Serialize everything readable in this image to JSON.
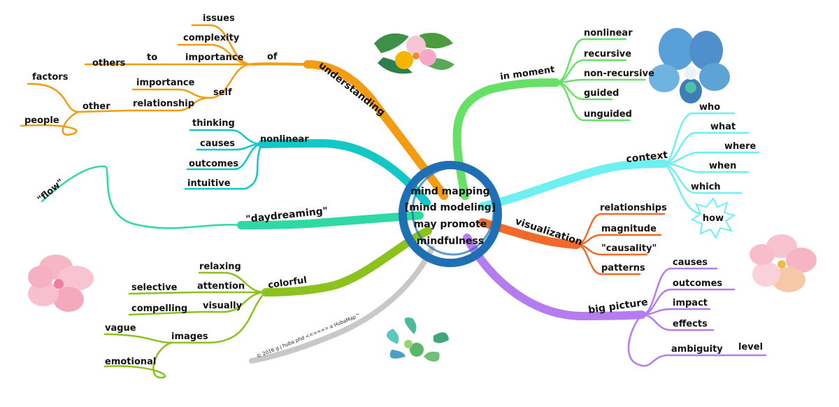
{
  "center": {
    "lines": [
      "mind mapping",
      "[mind modeling]",
      "may promote",
      "mindfulness"
    ]
  },
  "colors": {
    "orange": "#f39c12",
    "green": "#66e066",
    "teal": "#14c7c7",
    "mint": "#2ed9a3",
    "olive": "#8cc21e",
    "cyan": "#6ef0f0",
    "redorange": "#f26a2a",
    "purple": "#b57cf0",
    "gray": "#c8c8c8",
    "ring": "#1f6fb5"
  },
  "branches": {
    "understanding": {
      "label": "understanding",
      "of": "of",
      "issues": "issues",
      "complexity": "complexity",
      "importance": "importance",
      "to": "to",
      "others": "others",
      "self": "self",
      "self_importance": "importance",
      "relationship": "relationship",
      "other": "other",
      "factors": "factors",
      "people": "people"
    },
    "nonlinear": {
      "label": "nonlinear",
      "children": [
        "thinking",
        "causes",
        "outcomes",
        "intuitive"
      ]
    },
    "daydreaming": {
      "label": "\"daydreaming\"",
      "flow": "\"flow\""
    },
    "colorful": {
      "label": "colorful",
      "relaxing": "relaxing",
      "attention": "attention",
      "selective": "selective",
      "visually": "visually",
      "compelling": "compelling",
      "images": "images",
      "vague": "vague",
      "emotional": "emotional"
    },
    "in_moment": {
      "label": "in moment",
      "children": [
        "nonlinear",
        "recursive",
        "non-recursive",
        "guided",
        "unguided"
      ]
    },
    "context": {
      "label": "context",
      "children": [
        "who",
        "what",
        "where",
        "when",
        "which",
        "how"
      ]
    },
    "visualization": {
      "label": "visualization",
      "children": [
        "relationships",
        "magnitude",
        "\"causality\"",
        "patterns"
      ]
    },
    "big_picture": {
      "label": "big picture",
      "children": [
        "causes",
        "outcomes",
        "impact",
        "effects"
      ],
      "ambiguity": "ambiguity",
      "level": "level"
    }
  },
  "copyright": "© 2016 g j huba phd <<===> a HubaMap™"
}
